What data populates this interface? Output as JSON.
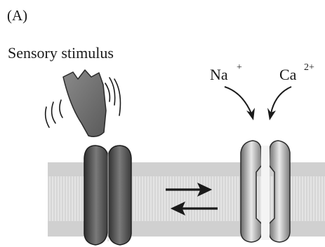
{
  "figure": {
    "panel_label": "(A)",
    "stimulus_label": "Sensory stimulus",
    "ions": [
      {
        "symbol": "Na",
        "charge": "+"
      },
      {
        "symbol": "Ca",
        "charge": "2+"
      }
    ],
    "channel_states": [
      "closed",
      "open"
    ],
    "colors": {
      "membrane": "#d6d6d6",
      "channel_closed": "#555555",
      "channel_open": "#bdbdbd",
      "stimulus": "#6e6e6e",
      "arrows": "#1a1a1a"
    }
  }
}
